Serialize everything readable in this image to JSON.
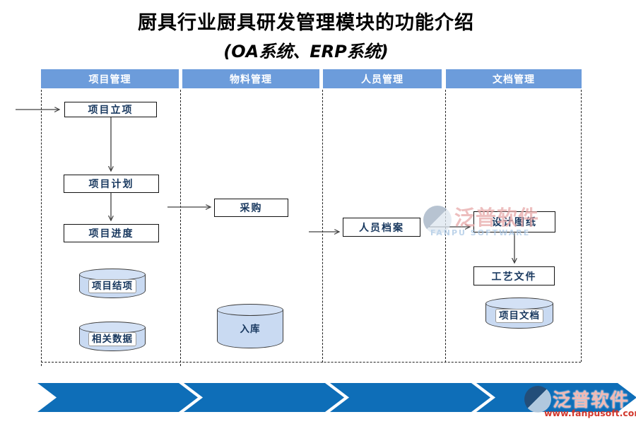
{
  "title": {
    "line1": "厨具行业厨具研发管理模块的功能介绍",
    "line2": "(OA系统、ERP系统)"
  },
  "columns": [
    {
      "label": "项目管理"
    },
    {
      "label": "物料管理"
    },
    {
      "label": "人员管理"
    },
    {
      "label": "文档管理"
    }
  ],
  "nodes": {
    "project_initiation": "项目立项",
    "project_plan": "项目计划",
    "project_progress": "项目进度",
    "project_closure": "项目结项",
    "related_data": "相关数据",
    "purchase": "采购",
    "warehouse_in": "入库",
    "personnel_files": "人员档案",
    "design_drawings": "设计图纸",
    "process_documents": "工艺文件",
    "project_documents": "项目文档"
  },
  "watermark": {
    "brand": "泛普软件",
    "brand_en": "FANPU SOFTWARE",
    "url": "www.fanpusoft.com"
  },
  "colors": {
    "header_blue": "#6C9CDB",
    "chevron_blue": "#0E6EB8",
    "cylinder_fill": "#C9DAF2",
    "node_text": "#17375E",
    "watermark_red": "#d2372c"
  }
}
